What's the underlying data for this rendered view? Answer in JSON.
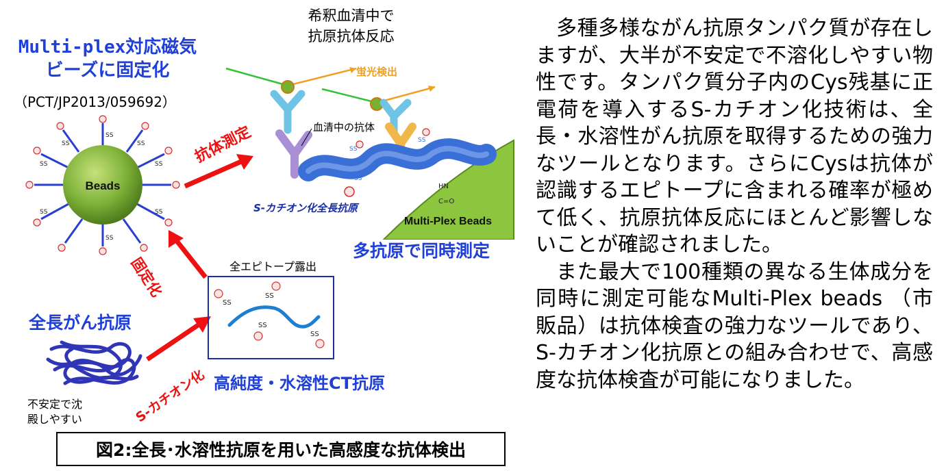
{
  "figure": {
    "multiplex_title_line1": "Multi-plex対応磁気",
    "multiplex_title_line2": "ビーズに固定化",
    "patent": "（PCT/JP2013/059692）",
    "beads_label": "Beads",
    "ss_label": "SS",
    "dilution_line1": "希釈血清中で",
    "dilution_line2": "抗原抗体反応",
    "fluorescence": "蛍光検出",
    "serum_antibody": "血清中の抗体",
    "antibody_measure": "抗体測定",
    "s_cation_antigen": "S-カチオン化全長抗原",
    "multiplex_beads": "Multi-Plex Beads",
    "simultaneous": "多抗原で同時測定",
    "all_epitope": "全エピトープ露出",
    "immobilize": "固定化",
    "full_length_antigen": "全長がん抗原",
    "unstable_line1": "不安定で沈",
    "unstable_line2": "殿しやすい",
    "s_cation": "S-カチオン化",
    "purity": "高純度・水溶性CT抗原",
    "hn_label": "HN",
    "co_label": "C=O",
    "caption": "図2:全長･水溶性抗原を用いた高感度な抗体検出"
  },
  "text": {
    "paragraph1": "多種多様ながん抗原タンパク質が存在しますが、大半が不安定で不溶化しやすい物性です。タンパク質分子内のCys残基に正電荷を導入するS-カチオン化技術は、全長・水溶性がん抗原を取得するための強力なツールとなります。さらにCysは抗体が認識するエピトープに含まれる確率が極めて低く、抗原抗体反応にほとんど影響しないことが確認されました。",
    "paragraph2": "また最大で100種類の異なる生体成分を同時に測定可能なMulti-Plex beads （市販品）は抗体検査の強力なツールであり、S-カチオン化抗原との組み合わせで、高感度な抗体検査が可能になりました。"
  },
  "colors": {
    "blue_text": "#1f3fd6",
    "red_arrow": "#ee1111",
    "bead_green": "#7fb23a",
    "ribbon_blue": "#3a6fd8",
    "multiplex_green": "#8cc63f"
  }
}
